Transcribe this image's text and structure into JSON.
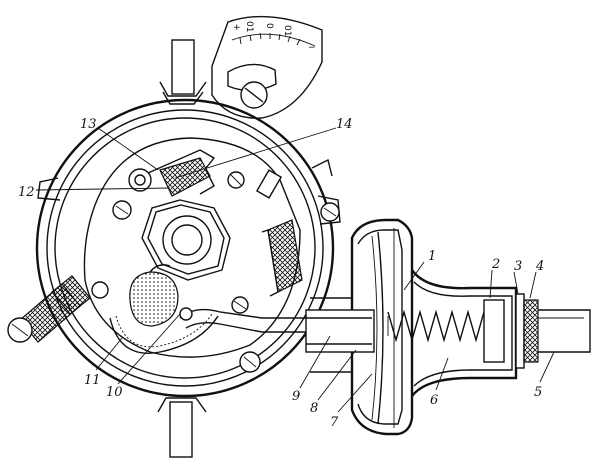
{
  "figure": {
    "callouts": [
      {
        "id": "1",
        "label": "1"
      },
      {
        "id": "2",
        "label": "2"
      },
      {
        "id": "3",
        "label": "3"
      },
      {
        "id": "4",
        "label": "4"
      },
      {
        "id": "5",
        "label": "5"
      },
      {
        "id": "6",
        "label": "6"
      },
      {
        "id": "7",
        "label": "7"
      },
      {
        "id": "8",
        "label": "8"
      },
      {
        "id": "9",
        "label": "9"
      },
      {
        "id": "10",
        "label": "10"
      },
      {
        "id": "11",
        "label": "11"
      },
      {
        "id": "12",
        "label": "12"
      },
      {
        "id": "13",
        "label": "13"
      },
      {
        "id": "14",
        "label": "14"
      }
    ],
    "octane_scale": {
      "plus_sign": "+",
      "minus_sign": "−",
      "ticks": [
        "01",
        "0",
        "01"
      ]
    }
  }
}
